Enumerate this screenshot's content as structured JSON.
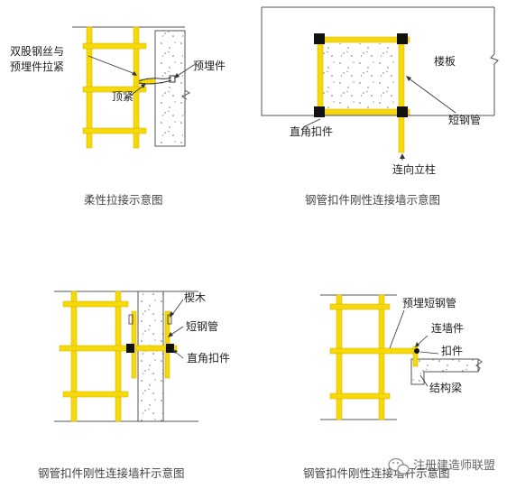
{
  "colors": {
    "pipe": "#f5d90a",
    "pipe_edge": "#d9b800",
    "clamp": "#111111",
    "concrete_line": "#555555",
    "leader": "#333333"
  },
  "diagram1": {
    "label_wire_line1": "双股钢丝与",
    "label_wire_line2": "预埋件拉紧",
    "label_embedded": "预埋件",
    "label_prop": "顶紧",
    "caption": "柔性拉接示意图"
  },
  "diagram2": {
    "label_slab": "楼板",
    "label_short_pipe": "短钢管",
    "label_right_angle": "直角扣件",
    "label_column": "连向立柱",
    "caption": "钢管扣件刚性连接墙示意图"
  },
  "diagram3": {
    "label_wedge": "楔木",
    "label_short_pipe": "短钢管",
    "label_right_angle": "直角扣件",
    "caption": "钢管扣件刚性连接墙杆示意图"
  },
  "diagram4": {
    "label_embedded_pipe": "预埋短钢管",
    "label_tie_member": "连墙件",
    "label_clamp": "扣件",
    "label_beam": "结构梁",
    "caption": "钢管扣件刚性连接墙杆示意图"
  },
  "watermark": {
    "text": "注册建造师联盟",
    "icon": "wechat-icon"
  }
}
